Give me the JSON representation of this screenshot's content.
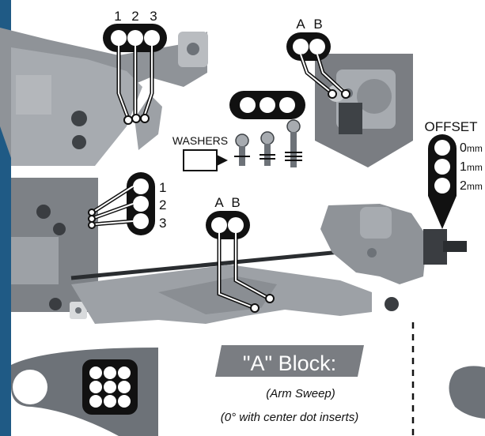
{
  "top_hole_labels": [
    "1",
    "2",
    "3"
  ],
  "top_right_labels": [
    "A",
    "B"
  ],
  "side_hole_labels": [
    "1",
    "2",
    "3"
  ],
  "lower_arm_labels": [
    "A",
    "B"
  ],
  "washers_label": "WASHERS",
  "offset": {
    "title": "OFFSET",
    "options": [
      {
        "value": "0",
        "unit": "mm"
      },
      {
        "value": "1",
        "unit": "mm"
      },
      {
        "value": "2",
        "unit": "mm"
      }
    ]
  },
  "block": {
    "title": "\"A\" Block:",
    "line1": "(Arm Sweep)",
    "line2": "(0° with center dot inserts)"
  },
  "colors": {
    "panel": "#1f5a85",
    "part_dark": "#6d7278",
    "part_mid": "#9a9ea3",
    "part_light": "#c7cacd",
    "badge_bg": "#7a7d82",
    "pill": "#111111"
  }
}
